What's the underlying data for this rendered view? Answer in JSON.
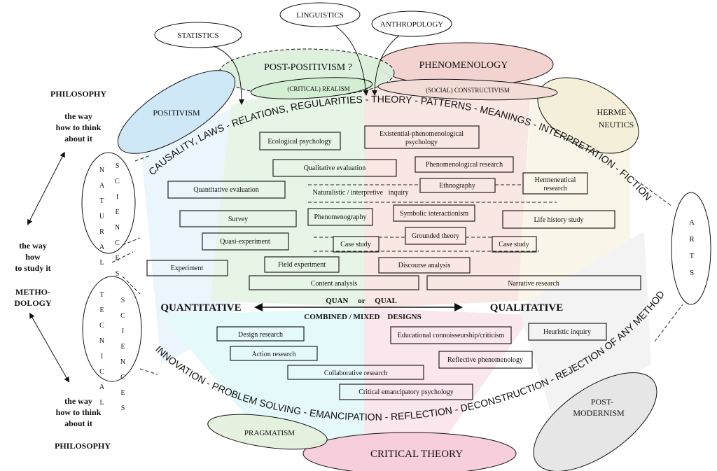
{
  "top_arc": "CAUSALITY, LAWS - RELATIONS, REGULARITIES - THEORY - PATTERNS - MEANINGS - INTERPRETATION - FICTION",
  "bottom_arc": "INNOVATION - PROBLEM SOLVING - EMANCIPATION - REFLECTION - DECONSTRUCTION - REJECTION OF ANY METHOD",
  "disciplines": {
    "statistics": "STATISTICS",
    "linguistics": "LINGUISTICS",
    "anthropology": "ANTHROPOLOGY"
  },
  "paradigms": {
    "post_positivism": "POST-POSITIVISM ?",
    "phenomenology": "PHENOMENOLOGY",
    "critical_realism": "(CRITICAL) REALISM",
    "social_constructivism": "(SOCIAL) CONSTRUCTIVISM",
    "positivism": "POSITIVISM",
    "hermeneutics_1": "HERME –",
    "hermeneutics_2": "NEUTICS",
    "pragmatism": "PRAGMATISM",
    "critical_theory": "CRITICAL THEORY",
    "postmodernism_1": "POST-",
    "postmodernism_2": "MODERNISM"
  },
  "sciences": {
    "natural_1": "N A T U R A L",
    "natural_2": "S C I E N C E S",
    "technical_1": "T E C N I C A L",
    "technical_2": "S C I E N C E S",
    "arts": "A R T S"
  },
  "left": {
    "philosophy_top": "PHILOSOPHY",
    "think_top": [
      "the way",
      "how to think",
      "about it"
    ],
    "study": [
      "the way",
      "how",
      "to study it"
    ],
    "methodology": [
      "METHO-",
      "DOLOGY"
    ],
    "think_bottom": [
      "the way",
      "how to think",
      "about it"
    ],
    "philosophy_bottom": "PHILOSOPHY"
  },
  "axis": {
    "quantitative": "QUANTITATIVE",
    "qualitative": "QUALITATIVE",
    "quan_or_qual": "QUAN     or     QUAL",
    "combined": "COMBINED / MIXED    DESIGNS"
  },
  "methods": {
    "ecological": "Ecological psychology",
    "existential_1": "Existential-phenomenological",
    "existential_2": "psychology",
    "qual_eval": "Qualitative evaluation",
    "phen_research": "Phenomenological research",
    "quant_eval": "Quantitative evaluation",
    "ethnography": "Ethnography",
    "hermeneutical_1": "Hermeneutical",
    "hermeneutical_2": "research",
    "naturalistic": "Naturalistic / interpretive   inquiry",
    "survey": "Survey",
    "phenomenography": "Phenomenography",
    "symbolic": "Symbolic interactionism",
    "life_history": "Life history study",
    "quasi": "Quasi-experiment",
    "grounded": "Grounded theory",
    "case_study": "Case study",
    "experiment": "Experiment",
    "field": "Field experiment",
    "discourse": "Discourse analysis",
    "content": "Content analysis",
    "narrative": "Narrative research",
    "design": "Design research",
    "educational": "Educational connoisseurship/criticism",
    "heuristic": "Heuristic inquiry",
    "action": "Action research",
    "reflective": "Reflective phenomenology",
    "collaborative": "Collaborative research",
    "critical_emancipatory": "Critical emancipatory psychology"
  },
  "colors": {
    "positivism": "#cfe8f7",
    "post_positivism": "#d9f0d9",
    "phenomenology": "#f3d3cf",
    "hermeneutics": "#f3efd8",
    "critical_theory": "#f7cfdc",
    "postmodernism": "#e6e6e6",
    "technical": "#d6f6f8"
  }
}
